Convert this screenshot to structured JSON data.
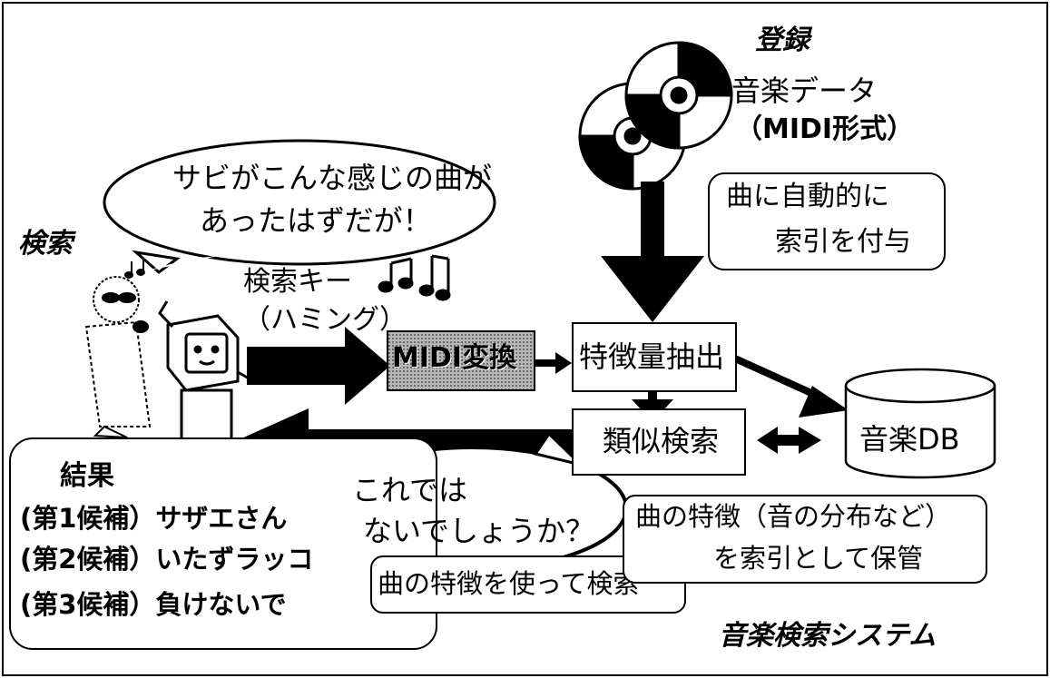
{
  "register": {
    "heading": "登録",
    "music_data": "音楽データ",
    "midi_format": "（MIDI形式）",
    "auto_index": [
      "曲に自動的に",
      "索引を付与"
    ]
  },
  "search": {
    "heading": "検索",
    "speech": [
      "サビがこんな感じの曲が",
      "あったはずだが！"
    ],
    "key_label": [
      "検索キー",
      "（ハミング）"
    ]
  },
  "process": {
    "midi_convert": "MIDI変換",
    "feature_extract": "特徴量抽出",
    "similarity_search": "類似検索",
    "music_db": "音楽DB"
  },
  "results": {
    "heading": "結果",
    "items": [
      "(第1候補）サザエさん",
      "(第2候補）いたずラッコ",
      "(第3候補）負けないで"
    ],
    "robot_speech": [
      "これでは",
      "ないでしょうか？"
    ],
    "feature_search": "曲の特徴を使って検索"
  },
  "index_note": [
    "曲の特徴（音の分布など）",
    "を索引として保管"
  ],
  "system_title": "音楽検索システム",
  "colors": {
    "ink": "#000000",
    "paper": "#ffffff",
    "midi_box": "#9a9a9a"
  }
}
